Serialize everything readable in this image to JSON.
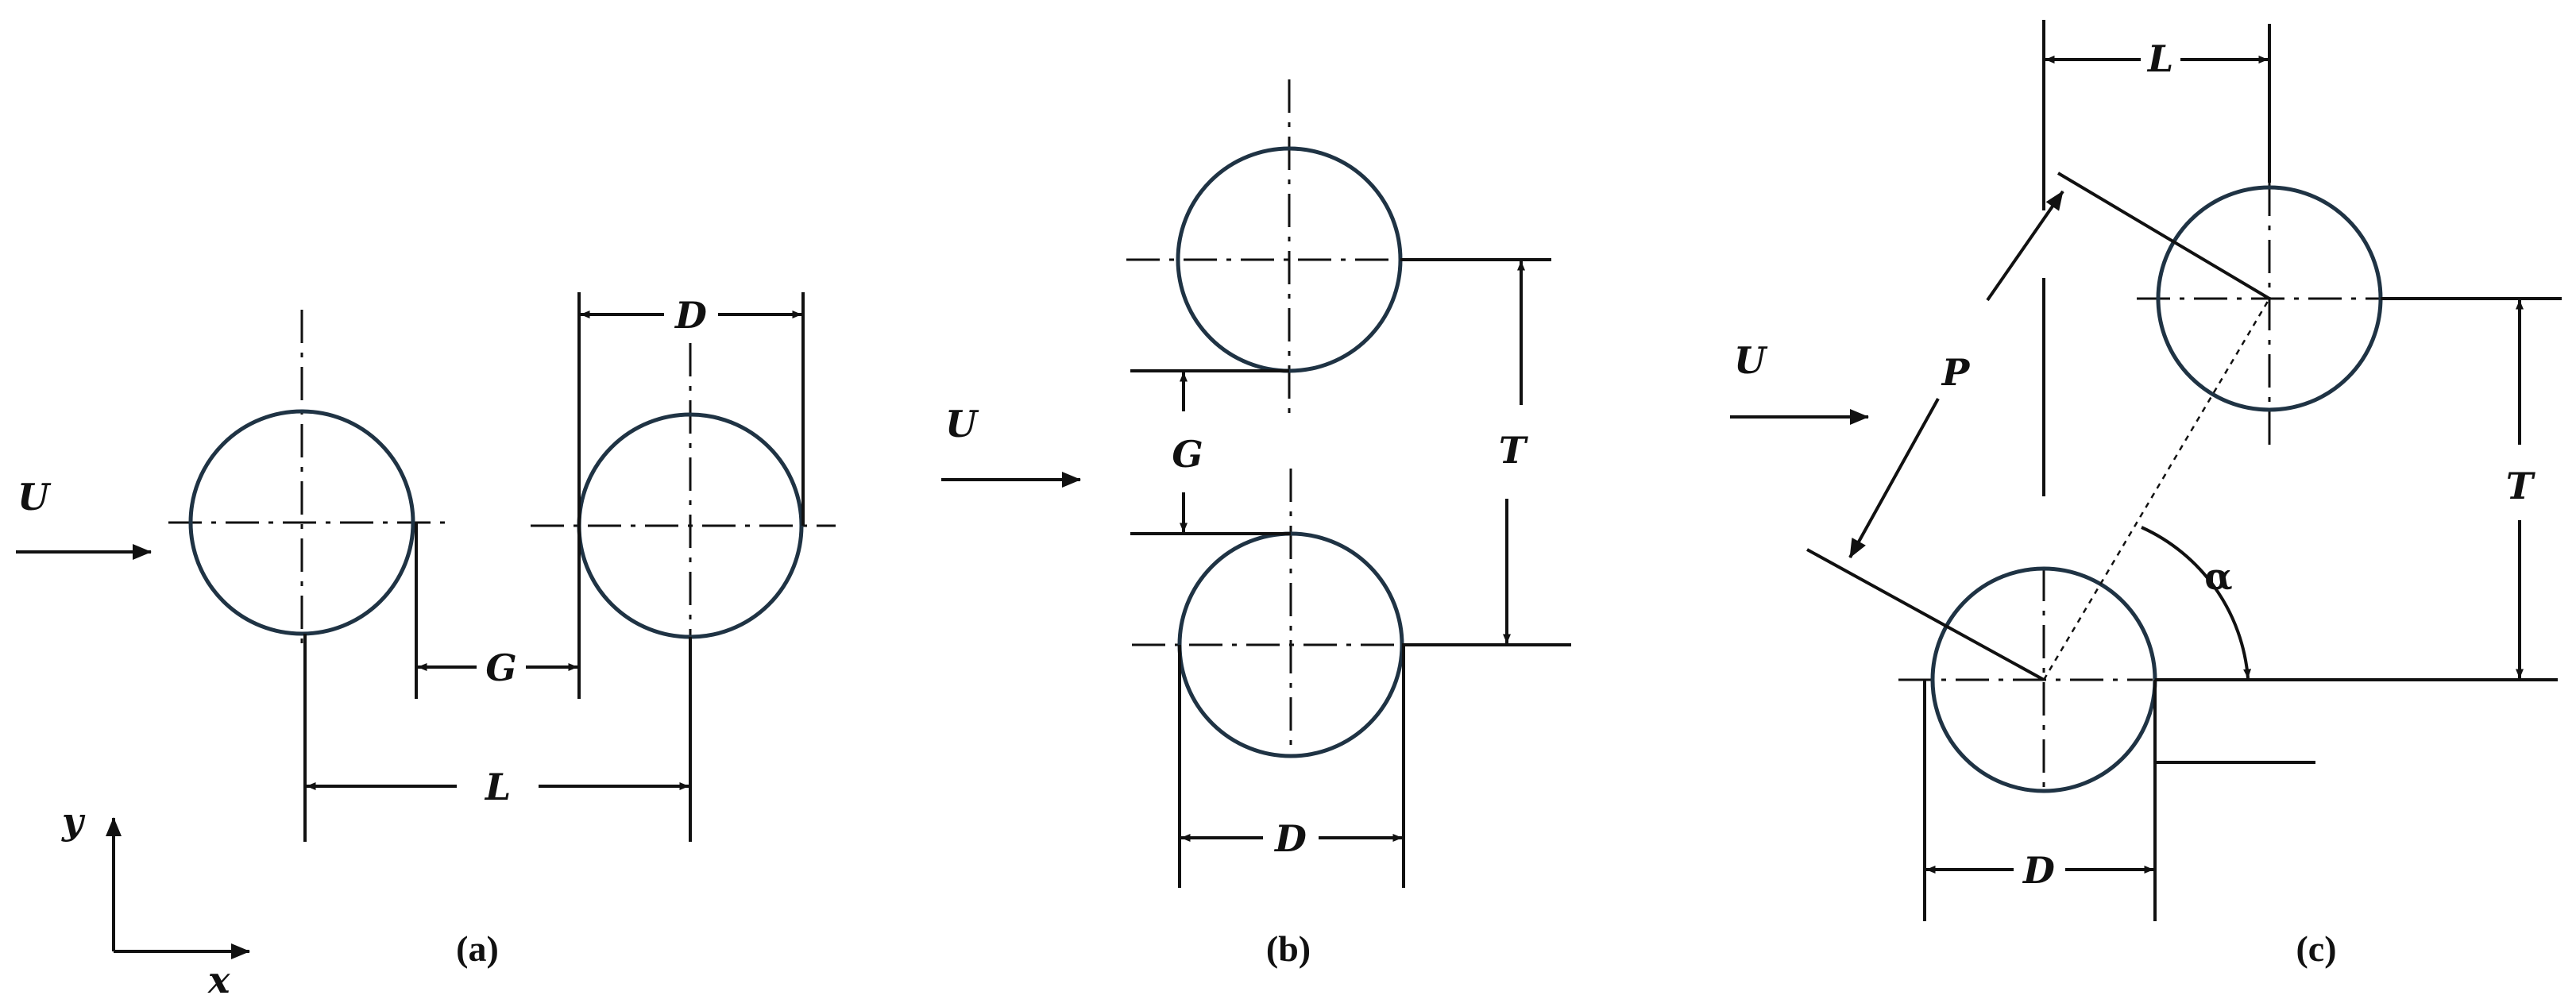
{
  "colors": {
    "cylinder": "#1f3344",
    "ink": "#111111",
    "background": "#ffffff"
  },
  "panel_a": {
    "caption": "(a)",
    "flow_label": "U",
    "gap_label": "G",
    "spacing_label": "L",
    "diameter_label": "D",
    "axis_y_label": "y",
    "axis_x_label": "x"
  },
  "panel_b": {
    "caption": "(b)",
    "flow_label": "U",
    "gap_label": "G",
    "transverse_label": "T",
    "diameter_label": "D"
  },
  "panel_c": {
    "caption": "(c)",
    "flow_label": "U",
    "pitch_label": "P",
    "spacing_label": "L",
    "transverse_label": "T",
    "diameter_label": "D",
    "angle_label": "α"
  }
}
